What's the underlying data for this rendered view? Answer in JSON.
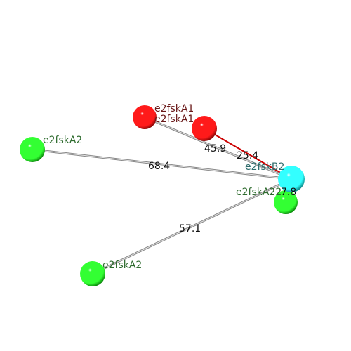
{
  "atoms": [
    {
      "id": "redA",
      "label": "e2fskA1",
      "color_main": "#ff1a1a",
      "color_dark": "#6a0000",
      "label_color": "#6b1a1a"
    },
    {
      "id": "redB",
      "label": "e2fskA1",
      "color_main": "#ff1a1a",
      "color_dark": "#6a0000",
      "label_color": "#6b1a1a"
    },
    {
      "id": "greenTop",
      "label": "e2fskA2",
      "color_main": "#33ff33",
      "color_dark": "#006a00",
      "label_color": "#2e6b2e"
    },
    {
      "id": "cyan",
      "label": "e2fskB2",
      "color_main": "#33ffff",
      "color_dark": "#006a6a",
      "label_color": "#2e6b6b"
    },
    {
      "id": "greenMid",
      "label": "e2fskA22",
      "color_main": "#33ff33",
      "color_dark": "#006a00",
      "label_color": "#2e6b2e"
    },
    {
      "id": "greenBot",
      "label": "e2fskA2",
      "color_main": "#33ff33",
      "color_dark": "#006a00",
      "label_color": "#2e6b2e"
    }
  ],
  "distances": [
    {
      "from": "redA",
      "to": "cyan",
      "value": "45.9",
      "color": "#aaaaaa"
    },
    {
      "from": "redB",
      "to": "cyan",
      "value": "25.4",
      "color": "#cc0000"
    },
    {
      "from": "greenTop",
      "to": "cyan",
      "value": "68.4",
      "color": "#aaaaaa"
    },
    {
      "from": "greenBot",
      "to": "cyan",
      "value": "57.1",
      "color": "#aaaaaa"
    }
  ],
  "partial_label": "7.8"
}
